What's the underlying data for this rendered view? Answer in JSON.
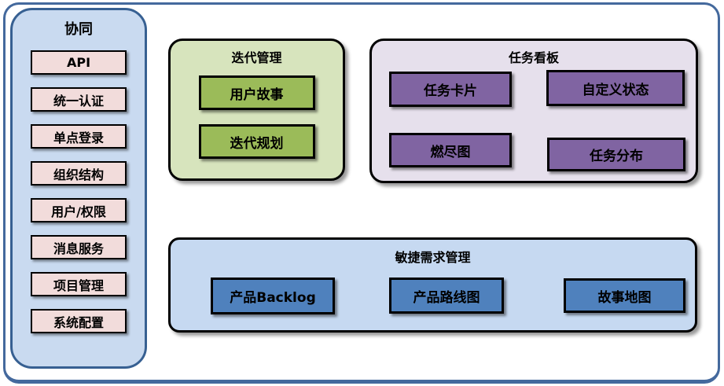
{
  "diagram": {
    "sidebar": {
      "title": "协同",
      "items": [
        "API",
        "统一认证",
        "单点登录",
        "组织结构",
        "用户/权限",
        "消息服务",
        "项目管理",
        "系统配置"
      ]
    },
    "iteration": {
      "title": "迭代管理",
      "items": [
        "用户故事",
        "迭代规划"
      ]
    },
    "taskboard": {
      "title": "任务看板",
      "items": [
        "任务卡片",
        "自定义状态",
        "燃尽图",
        "任务分布"
      ]
    },
    "agile": {
      "title": "敏捷需求管理",
      "items": [
        "产品Backlog",
        "产品路线图",
        "故事地图"
      ]
    }
  },
  "colors": {
    "outer_border": "#44699d",
    "sidebar_fill": "#c9daf0",
    "sidebar_border": "#376092",
    "pink": "#f2dcdb",
    "green_light": "#d7e4bd",
    "green": "#9bbb59",
    "lavender": "#e6e0ec",
    "purple": "#8064a2",
    "blue_light": "#c6d9f1",
    "blue": "#4f81bd"
  }
}
